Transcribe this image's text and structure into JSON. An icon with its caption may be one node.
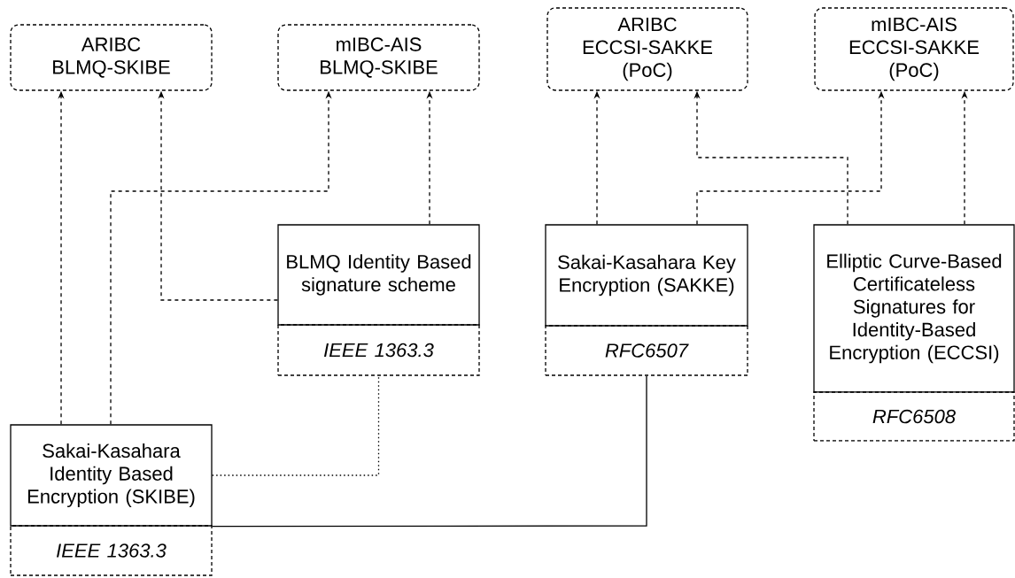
{
  "diagram": {
    "nodes": [
      {
        "text": [
          "ARIBC BLMQ-SKIBE"
        ]
      },
      {
        "text": [
          "mIBC-AIS BLMQ-SKIBE"
        ]
      },
      {
        "text": [
          "ARIBC ECCSI-SAKKE (PoC)"
        ]
      },
      {
        "text": [
          "mIBC-AIS ECCSI-SAKKE (PoC)"
        ]
      },
      {
        "text": [
          "BLMQ Identity Based signature scheme"
        ]
      },
      {
        "text": [
          "IEEE 1363.3"
        ]
      },
      {
        "text": [
          "Sakai-Kasahara Key Encryption (SAKKE)"
        ]
      },
      {
        "text": [
          "RFC6507"
        ]
      },
      {
        "text": [
          "Elliptic Curve-Based Certificateless Signatures for Identity-Based Encryption (ECCSI)"
        ]
      },
      {
        "text": [
          "RFC6508"
        ]
      },
      {
        "text": [
          "Sakai-Kasahara Identity Based Encryption (SKIBE)"
        ]
      },
      {
        "text": [
          "IEEE 1363.3"
        ]
      }
    ],
    "edges": [
      {
        "from": 10,
        "to": 0,
        "arrow": "to",
        "style": "dashed"
      },
      {
        "from": 10,
        "to": 1,
        "arrow": "to",
        "style": "dashed"
      },
      {
        "from": 4,
        "to": 0,
        "arrow": "to",
        "style": "dashed"
      },
      {
        "from": 4,
        "to": 1,
        "arrow": "to",
        "style": "dashed"
      },
      {
        "from": 6,
        "to": 2,
        "arrow": "to",
        "style": "dashed"
      },
      {
        "from": 6,
        "to": 3,
        "arrow": "to",
        "style": "dashed"
      },
      {
        "from": 8,
        "to": 2,
        "arrow": "to",
        "style": "dashed"
      },
      {
        "from": 8,
        "to": 3,
        "arrow": "to",
        "style": "dashed"
      },
      {
        "from": 10,
        "to": 5,
        "arrow": "none",
        "style": "dashed"
      },
      {
        "from": 10,
        "to": 7,
        "arrow": "none"
      }
    ]
  }
}
